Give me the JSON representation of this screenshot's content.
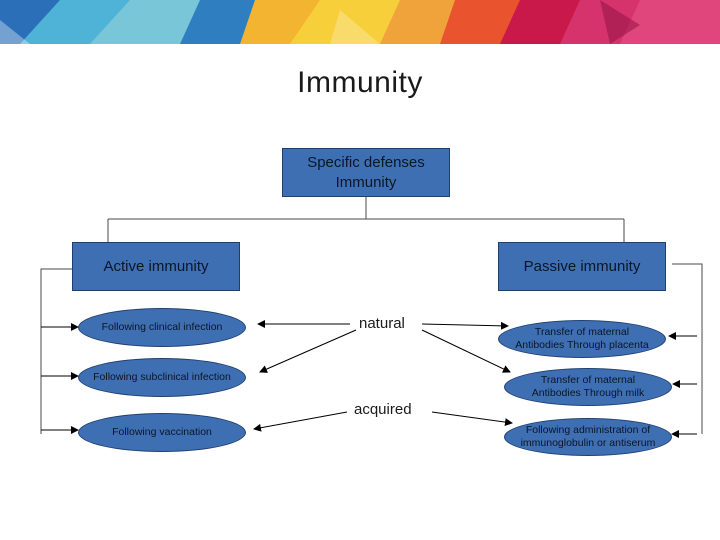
{
  "slide": {
    "title": "Immunity"
  },
  "diagram": {
    "root": {
      "line1": "Specific defenses",
      "line2": "Immunity"
    },
    "active": {
      "label": "Active immunity"
    },
    "passive": {
      "label": "Passive immunity"
    },
    "active_items": [
      {
        "label": "Following clinical infection"
      },
      {
        "label": "Following subclinical infection"
      },
      {
        "label": "Following vaccination"
      }
    ],
    "passive_items": [
      {
        "line1": "Transfer of maternal",
        "line2": "Antibodies Through placenta"
      },
      {
        "line1": "Transfer of maternal",
        "line2": "Antibodies Through milk"
      },
      {
        "line1": "Following administration of",
        "line2": "immunoglobulin or antiserum"
      }
    ],
    "connectors": {
      "natural": "natural",
      "acquired": "acquired"
    }
  },
  "colors": {
    "node_fill": "#3f6fb3",
    "node_border": "#1f3f6e",
    "line": "#4a4a4a"
  }
}
